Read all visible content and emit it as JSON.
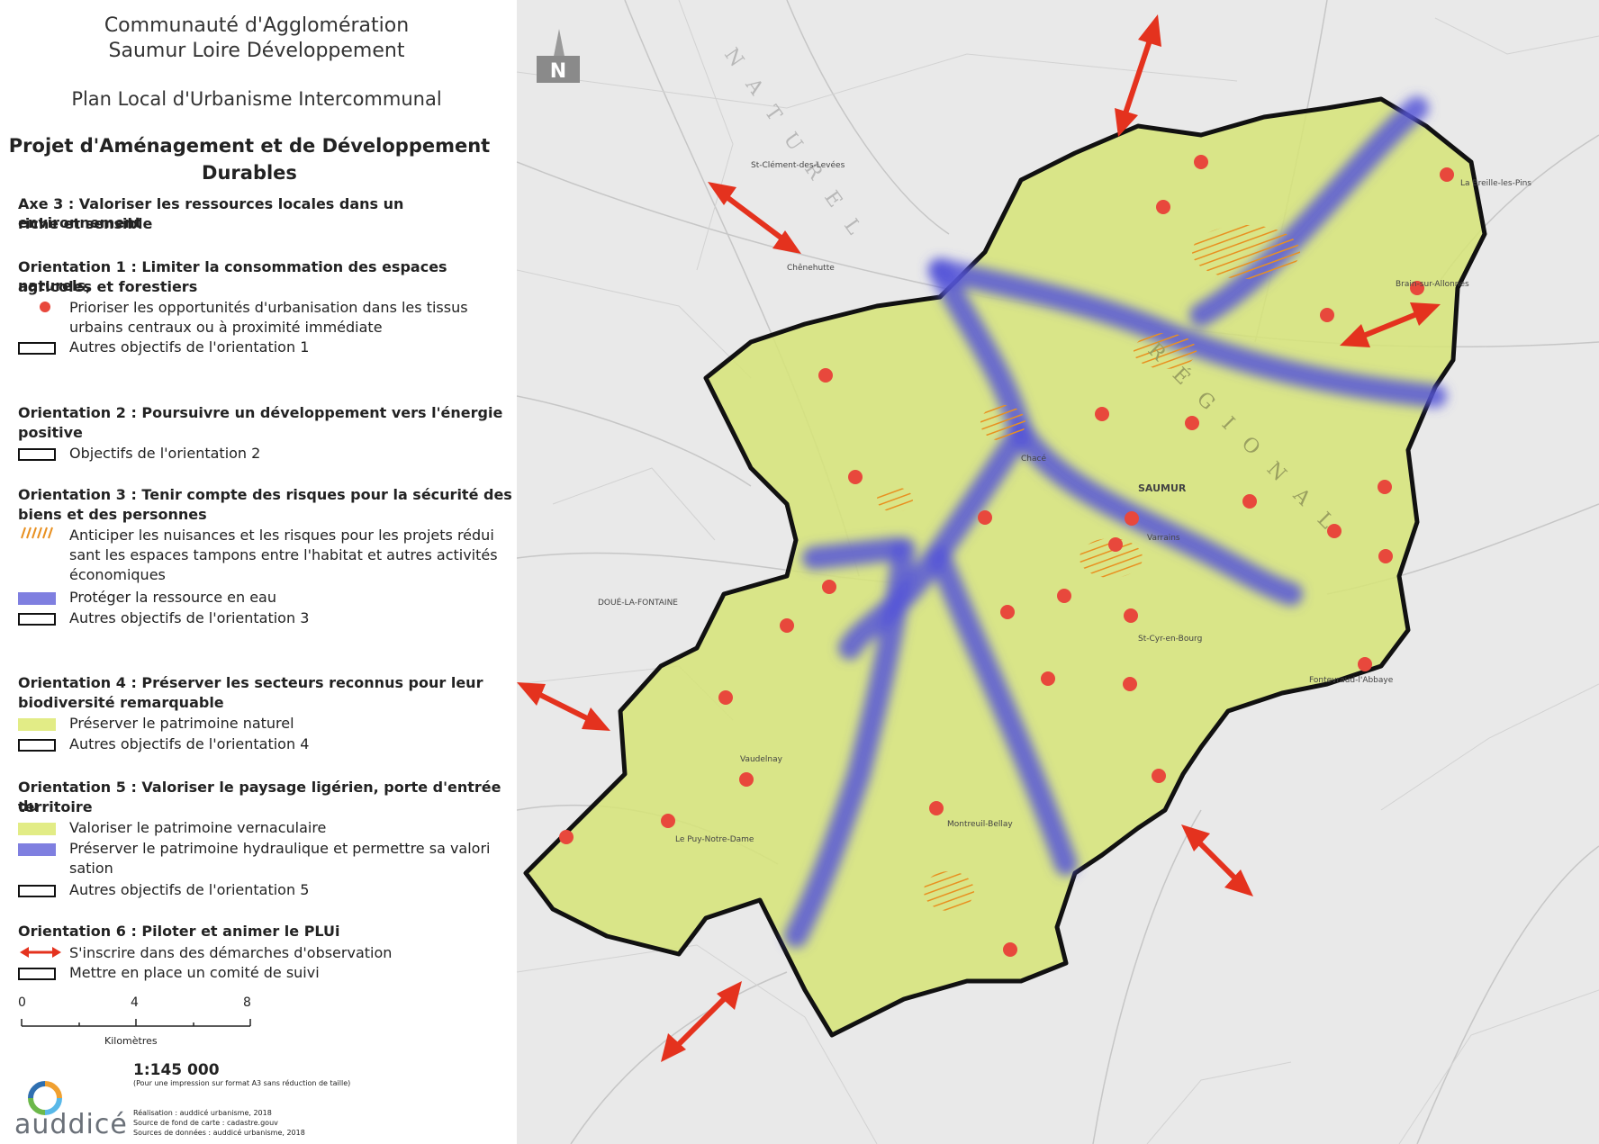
{
  "legend": {
    "header_line1": "Communauté d'Agglomération",
    "header_line2": "Saumur Loire Développement",
    "plan_title": "Plan Local d'Urbanisme Intercommunal",
    "project_title_line1": "Projet d'Aménagement et de Développement",
    "project_title_line2": "Durables",
    "axe_line1": "Axe 3 : Valoriser les ressources locales dans un environnement",
    "axe_line2": "riche et sensible",
    "o1_title_line1": "Orientation 1 : Limiter la consommation des espaces naturels,",
    "o1_title_line2": "agricoles et forestiers",
    "o1_item1_line1": "Prioriser les opportunités d'urbanisation dans les tissus",
    "o1_item1_line2": "urbains centraux ou à proximité immédiate",
    "o1_item2": "Autres objectifs de l'orientation 1",
    "o2_title_line1": "Orientation 2 : Poursuivre un développement vers l'énergie",
    "o2_title_line2": "positive",
    "o2_item1": "Objectifs de l'orientation 2",
    "o3_title_line1": "Orientation 3 : Tenir compte des risques pour la sécurité des",
    "o3_title_line2": "biens et des personnes",
    "o3_item1_line1": "Anticiper les nuisances et les risques pour les projets rédui",
    "o3_item1_line2": "sant les espaces tampons entre l'habitat et autres activités",
    "o3_item1_line3": "économiques",
    "o3_item2": "Protéger la ressource en eau",
    "o3_item3": "Autres objectifs de l'orientation 3",
    "o4_title_line1": "Orientation 4 : Préserver les secteurs reconnus pour leur",
    "o4_title_line2": "biodiversité remarquable",
    "o4_item1": "Préserver le patrimoine naturel",
    "o4_item2": "Autres objectifs de l'orientation 4",
    "o5_title_line1": "Orientation 5 : Valoriser le paysage ligérien, porte d'entrée du",
    "o5_title_line2": "territoire",
    "o5_item1": "Valoriser le patrimoine vernaculaire",
    "o5_item2_line1": "Préserver le patrimoine hydraulique et permettre sa valori",
    "o5_item2_line2": "sation",
    "o5_item3": "Autres objectifs de l'orientation 5",
    "o6_title": "Orientation 6 : Piloter et animer le PLUi",
    "o6_item1": "S'inscrire dans des démarches d'observation",
    "o6_item2": "Mettre en place un comité de suivi",
    "scale_0": "0",
    "scale_4": "4",
    "scale_8": "8",
    "scale_unit": "Kilomètres",
    "scale_ratio": "1:145 000",
    "scale_note": "(Pour une impression sur format A3 sans réduction de taille)",
    "logo_text": "auddicé",
    "credit_line1": "Réalisation : auddicé urbanisme, 2018",
    "credit_line2": "Source de fond de carte : cadastre.gouv",
    "credit_line3": "Sources de données : auddicé urbanisme, 2018"
  },
  "map": {
    "north_label": "N",
    "place_labels": [
      "SAUMUR",
      "DOUÉ-LA-FONTAINE",
      "Vaudelnay",
      "Le Puy-Notre-Dame",
      "Montreuil-Bellay",
      "Fontevraud-l'Abbaye",
      "St-Cyr-en-Bourg",
      "St-Clément-des-Levées",
      "Chênehutte",
      "Brain-sur-Allonnes",
      "La Breille-les-Pins",
      "Chacé",
      "Varrains"
    ],
    "background_labels": [
      "NATUREL",
      "RÉGIONAL"
    ],
    "colors": {
      "territory_fill": "#d6e47a",
      "water_corridor": "#5555d8",
      "urban_dot": "#e8483c",
      "nuisance_hatch": "#e89020",
      "observation_arrow": "#e4321e"
    }
  }
}
